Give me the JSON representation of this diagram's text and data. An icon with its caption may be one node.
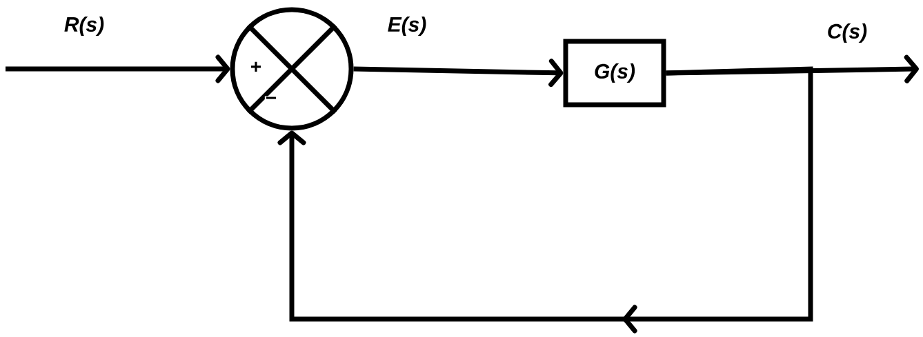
{
  "diagram": {
    "nodes": [
      {
        "text": [
          "+",
          "−"
        ]
      },
      {
        "text": [
          "G(s)"
        ]
      }
    ],
    "edges": [
      {
        "from": null,
        "to": 0,
        "arrow": "to",
        "label": "R(s)"
      },
      {
        "from": 0,
        "to": 1,
        "arrow": "to",
        "label": "E(s)"
      },
      {
        "from": 1,
        "to": null,
        "arrow": "to",
        "label": "C(s)"
      },
      {
        "from": 1,
        "to": 0,
        "arrow": "to"
      }
    ]
  }
}
